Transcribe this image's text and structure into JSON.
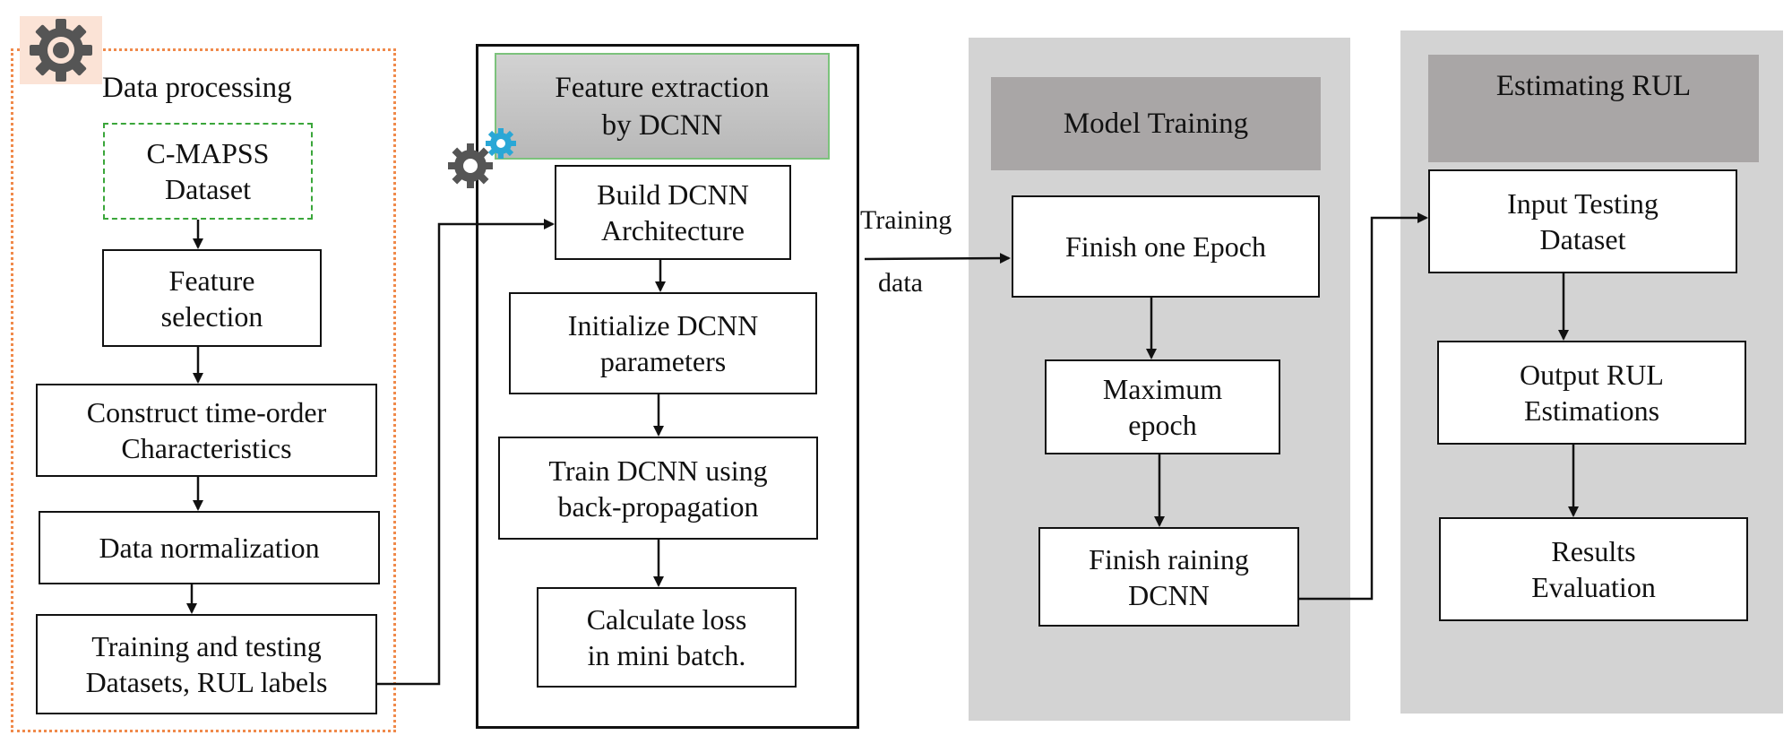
{
  "panels": {
    "processing": {
      "title": "Data processing",
      "steps": [
        "C-MAPSS\nDataset",
        "Feature\nselection",
        "Construct time-order\nCharacteristics",
        "Data normalization",
        "Training and testing\nDatasets, RUL labels"
      ]
    },
    "extraction": {
      "title": "Feature extraction\nby DCNN",
      "steps": [
        "Build DCNN\nArchitecture",
        "Initialize DCNN\nparameters",
        "Train DCNN using\nback-propagation",
        "Calculate loss\nin mini batch."
      ]
    },
    "training": {
      "title": "Model Training",
      "steps": [
        "Finish one Epoch",
        "Maximum\nepoch",
        "Finish raining\nDCNN"
      ]
    },
    "estimating": {
      "title": "Estimating RUL",
      "steps": [
        "Input Testing\nDataset",
        "Output RUL\nEstimations",
        "Results\nEvaluation"
      ]
    }
  },
  "connector": {
    "label_top": "Training",
    "label_bottom": "data"
  },
  "icons": [
    "gear-icon",
    "gears-icon"
  ],
  "colors": {
    "orange_dotted": "#f08a4b",
    "green_dashed": "#3aa63a",
    "panel_gray": "#d3d3d3",
    "header_gray": "#a9a6a6",
    "gear_blue": "#2aa7d6"
  }
}
